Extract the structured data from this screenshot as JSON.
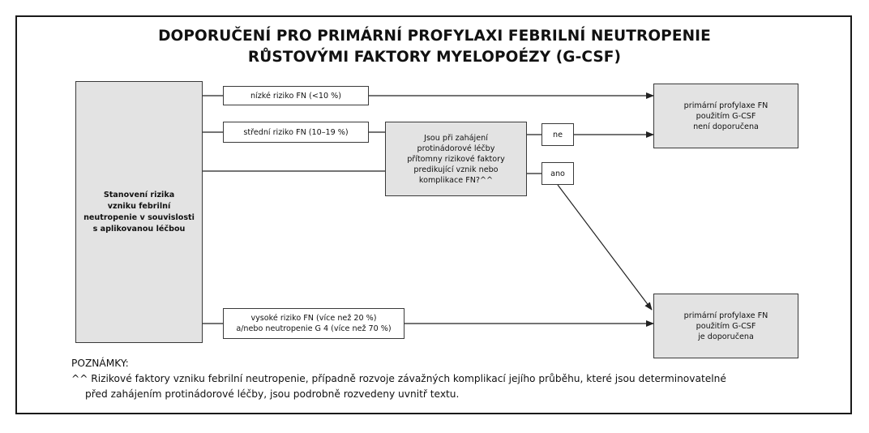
{
  "title_line1": "DOPORUČENÍ PRO PRIMÁRNÍ PROFYLAXI FEBRILNÍ NEUTROPENIE",
  "title_line2": "RŮSTOVÝMI FAKTORY MYELOPOÉZY (G-CSF)",
  "left_box": "Stanovení rizika\nvzniku febrilní\nneutropenie v souvislosti\ns aplikovanou léčbou",
  "risk_low": "nízké riziko FN  (<10 %)",
  "risk_mid": "střední riziko FN (10–19 %)",
  "risk_high": "vysoké riziko FN (více než 20 %)\na/nebo neutropenie G 4 (více než 70 %)",
  "question": "Jsou při zahájení\nprotinádorové léčby\npřítomny rizikové faktory\npredikující vznik nebo\nkomplikace FN?^^",
  "answer_no": "ne",
  "answer_yes": "ano",
  "outcome_not_recommended": "primární profylaxe FN\npoužitím G-CSF\nnení doporučena",
  "outcome_recommended": "primární profylaxe FN\npoužitím G-CSF\nje doporučena",
  "notes": {
    "heading": "POZNÁMKY:",
    "line1": "^^ Rizikové faktory vzniku febrilní neutropenie, případně rozvoje závažných komplikací jejího průběhu, které jsou determinovatelné",
    "line2": "před zahájením protinádorové léčby, jsou podrobně rozvedeny uvnitř textu."
  }
}
